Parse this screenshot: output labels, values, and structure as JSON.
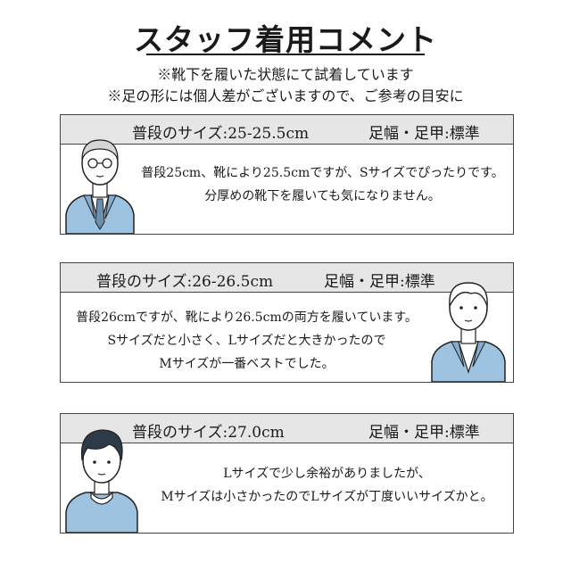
{
  "title": "スタッフ着用コメント",
  "notes": [
    "※靴下を履いた状態にて試着しています",
    "※足の形には個人差がございますので、ご参考の目安に"
  ],
  "cards": [
    {
      "size": "普段のサイズ:25-25.5cm",
      "fit": "足幅・足甲:標準",
      "lines": [
        "普段25cm、靴により25.5cmですが、Sサイズでぴったりです。",
        "分厚めの靴下を履いても気になりません。"
      ],
      "avatar": "older-man-glasses-avatar"
    },
    {
      "size": "普段のサイズ:26-26.5cm",
      "fit": "足幅・足甲:標準",
      "lines": [
        "普段26cmですが、靴により26.5cmの両方を履いています。",
        "Sサイズだと小さく、Lサイズだと大きかったので",
        "Mサイズが一番ベストでした。"
      ],
      "avatar": "young-man-avatar"
    },
    {
      "size": "普段のサイズ:27.0cm",
      "fit": "足幅・足甲:標準",
      "lines": [
        "Lサイズで少し余裕がありましたが、",
        "Mサイズは小さかったのでLサイズが丁度いいサイズかと。"
      ],
      "avatar": "dark-hair-man-avatar"
    }
  ],
  "colors": {
    "header_bg": "#e6e6e6",
    "border": "#444444",
    "jacket": "#9ec3e0",
    "skin": "#ffffff"
  }
}
